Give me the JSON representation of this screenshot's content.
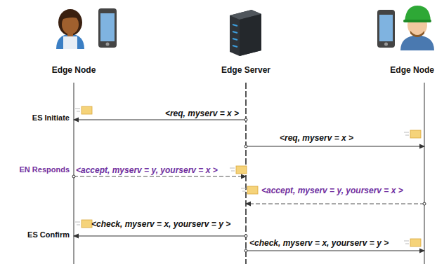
{
  "diagram": {
    "nodes": [
      {
        "text": [
          "Edge Node"
        ]
      },
      {
        "text": [
          "Edge Server"
        ]
      },
      {
        "text": [
          "Edge Node"
        ]
      }
    ],
    "edges": [
      {
        "from": 1,
        "to": 0,
        "arrow": "to",
        "label": "<req, myserv = x >"
      },
      {
        "from": 1,
        "to": 2,
        "arrow": "to",
        "label": "<req, myserv = x >"
      },
      {
        "from": 0,
        "to": 1,
        "arrow": "to",
        "label": "<accept, myserv = y, yourserv = x >"
      },
      {
        "from": 2,
        "to": 1,
        "arrow": "to",
        "label": "<accept, myserv = y,  yourserv = x >"
      },
      {
        "from": 1,
        "to": 0,
        "arrow": "to",
        "label": "<check, myserv = x, yourserv = y >"
      },
      {
        "from": 1,
        "to": 2,
        "arrow": "to",
        "label": "<check, myserv = x, yourserv = y >"
      }
    ],
    "labels": [
      "ES Initiate",
      "EN Responds",
      "ES Confirm"
    ]
  }
}
